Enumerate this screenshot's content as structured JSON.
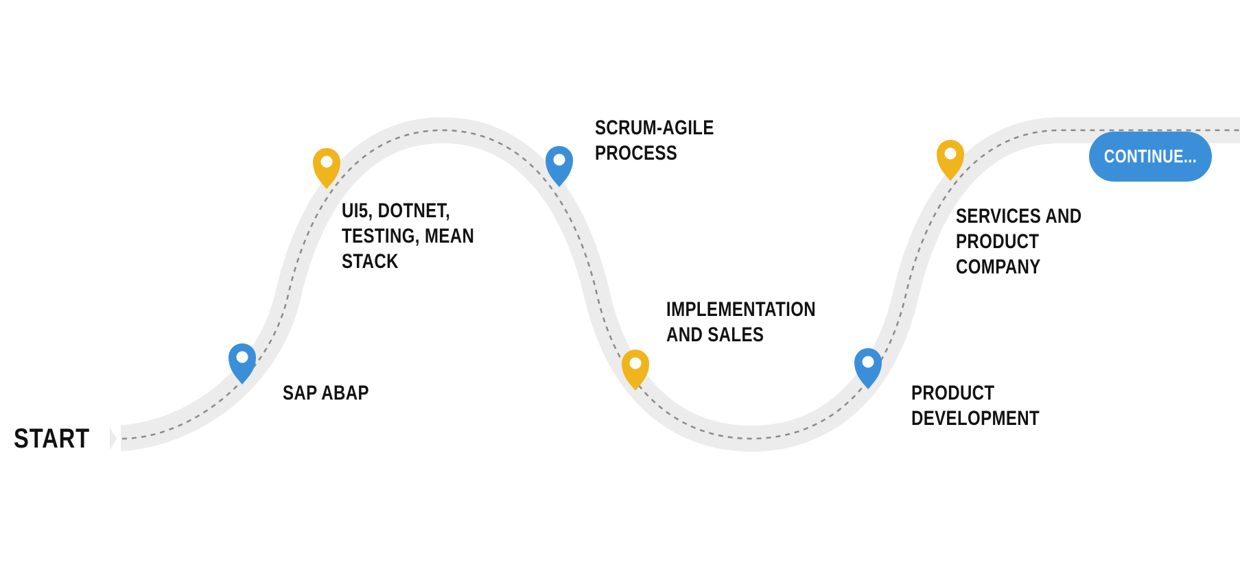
{
  "start_label": "START",
  "continue_label": "CONTINUE...",
  "colors": {
    "road": "#ececec",
    "dash": "#8a8a8a",
    "pin_blue": "#3b8fd9",
    "pin_yellow": "#f0b41d",
    "button": "#3b8fd9",
    "text": "#111111"
  },
  "milestones": [
    {
      "label": "SAP ABAP",
      "pin_color": "blue"
    },
    {
      "label": "UI5, DOTNET,\nTESTING, MEAN\nSTACK",
      "pin_color": "yellow"
    },
    {
      "label": "SCRUM-AGILE\nPROCESS",
      "pin_color": "blue"
    },
    {
      "label": "IMPLEMENTATION\nAND SALES",
      "pin_color": "yellow"
    },
    {
      "label": "PRODUCT\nDEVELOPMENT",
      "pin_color": "blue"
    },
    {
      "label": "SERVICES AND\nPRODUCT\nCOMPANY",
      "pin_color": "yellow"
    }
  ]
}
